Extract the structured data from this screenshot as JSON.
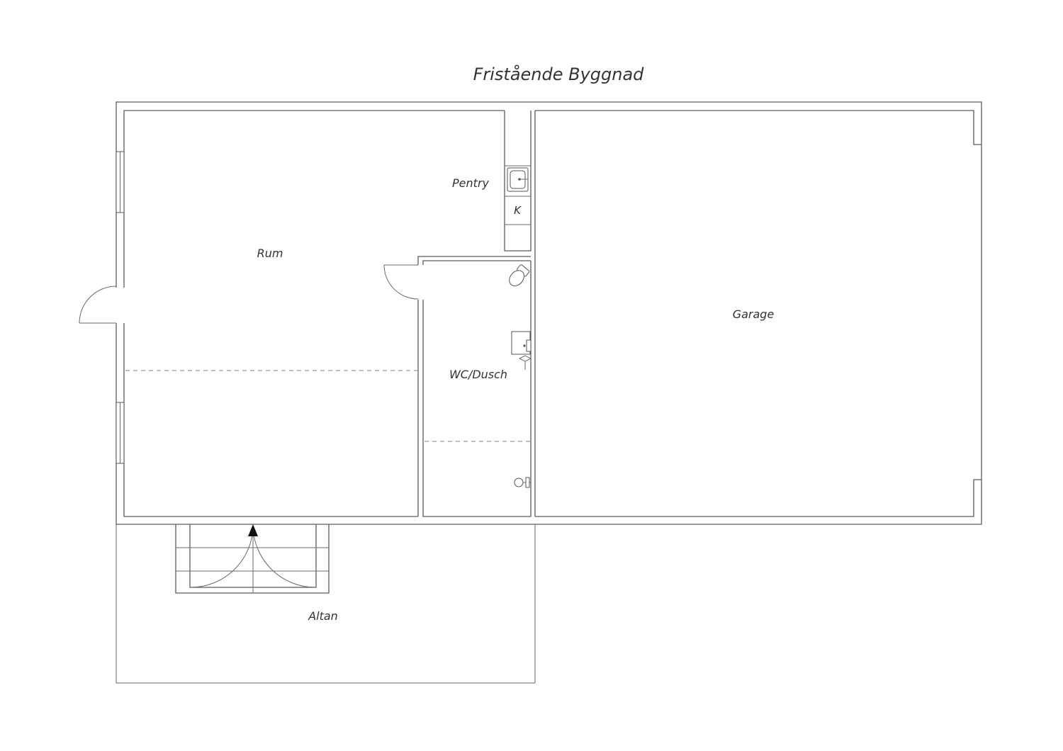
{
  "title": "Fristående Byggnad",
  "rooms": {
    "rum": "Rum",
    "pentry": "Pentry",
    "kitchen_mark": "K",
    "wc": "WC/Dusch",
    "garage": "Garage",
    "altan": "Altan"
  }
}
